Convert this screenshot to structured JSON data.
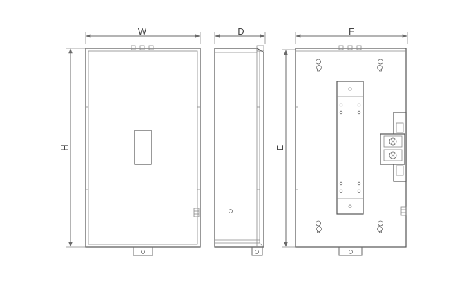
{
  "labels": {
    "width": "W",
    "depth": "D",
    "full_width": "F",
    "height": "H",
    "mount_height": "E"
  },
  "colors": {
    "line": "#555555",
    "dim_line": "#6a6a6a",
    "background": "#ffffff"
  }
}
